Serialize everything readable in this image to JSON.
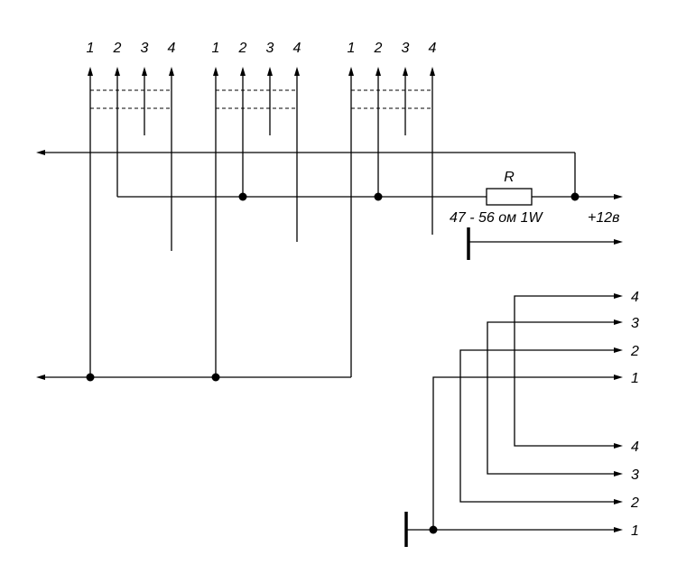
{
  "diagram": {
    "connector_groups": [
      {
        "pins": [
          "1",
          "2",
          "3",
          "4"
        ]
      },
      {
        "pins": [
          "1",
          "2",
          "3",
          "4"
        ]
      },
      {
        "pins": [
          "1",
          "2",
          "3",
          "4"
        ]
      }
    ],
    "resistor": {
      "designator": "R",
      "spec": "47 - 56 ом 1W",
      "supply": "+12в"
    },
    "output_upper": [
      "4",
      "3",
      "2",
      "1"
    ],
    "output_lower": [
      "4",
      "3",
      "2",
      "1"
    ]
  }
}
